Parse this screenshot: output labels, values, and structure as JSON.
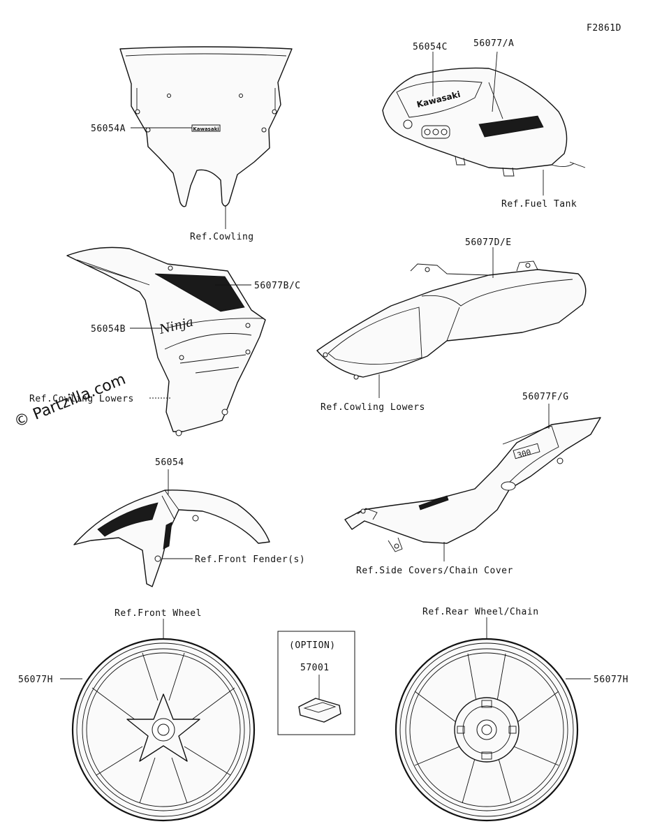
{
  "figure_code": "F2861D",
  "watermark": "© Partzilla.com",
  "windscreen": {
    "part_label": "56054A",
    "ref_label": "Ref.Cowling",
    "decal_text": "Kawasaki"
  },
  "fuel_tank": {
    "part_label_left": "56054C",
    "part_label_right": "56077/A",
    "ref_label": "Ref.Fuel Tank",
    "decal_text": "Kawasaki"
  },
  "left_lower": {
    "part_label_stripe": "56077B/C",
    "part_label_logo": "56054B",
    "ref_label": "Ref.Cowling Lowers",
    "decal_text": "Ninja"
  },
  "right_lower": {
    "part_label": "56077D/E",
    "ref_label": "Ref.Cowling Lowers"
  },
  "front_fender": {
    "part_label": "56054",
    "ref_label": "Ref.Front Fender(s)"
  },
  "side_cover": {
    "part_label": "56077F/G",
    "ref_label": "Ref.Side Covers/Chain Cover",
    "decal_text": "300"
  },
  "front_wheel": {
    "part_label": "56077H",
    "ref_label": "Ref.Front Wheel"
  },
  "rear_wheel": {
    "part_label": "56077H",
    "ref_label": "Ref.Rear Wheel/Chain"
  },
  "option_box": {
    "title": "(OPTION)",
    "part_label": "57001"
  }
}
